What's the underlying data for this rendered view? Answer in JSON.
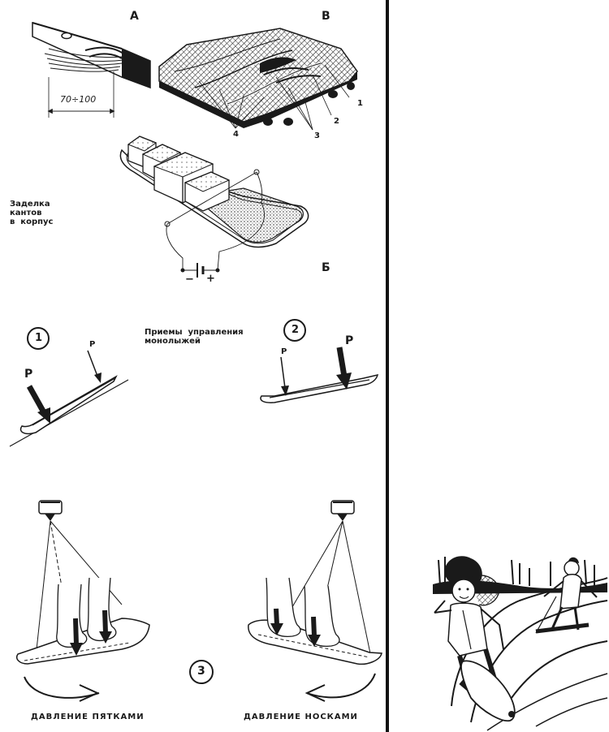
{
  "labels": {
    "letter_a": "А",
    "letter_v": "В",
    "letter_b": "Б",
    "dimension": "70÷100",
    "num_1": "1",
    "num_2": "2",
    "num_3": "3",
    "num_4": "4",
    "minus": "−",
    "plus": "+",
    "edge_note": "Заделка\nкантов\nв  корпус",
    "techniques_title": "Приемы  управления\nмонолыжей",
    "circle_1": "1",
    "circle_2": "2",
    "circle_3": "3",
    "force_p": "P",
    "heel_caption": "ДАВЛЕНИЕ  ПЯТКАМИ",
    "toe_caption": "ДАВЛЕНИЕ  НОСКАМИ"
  },
  "colors": {
    "ink": "#1a1a1a",
    "paper": "#ffffff",
    "divider": "#111111"
  }
}
